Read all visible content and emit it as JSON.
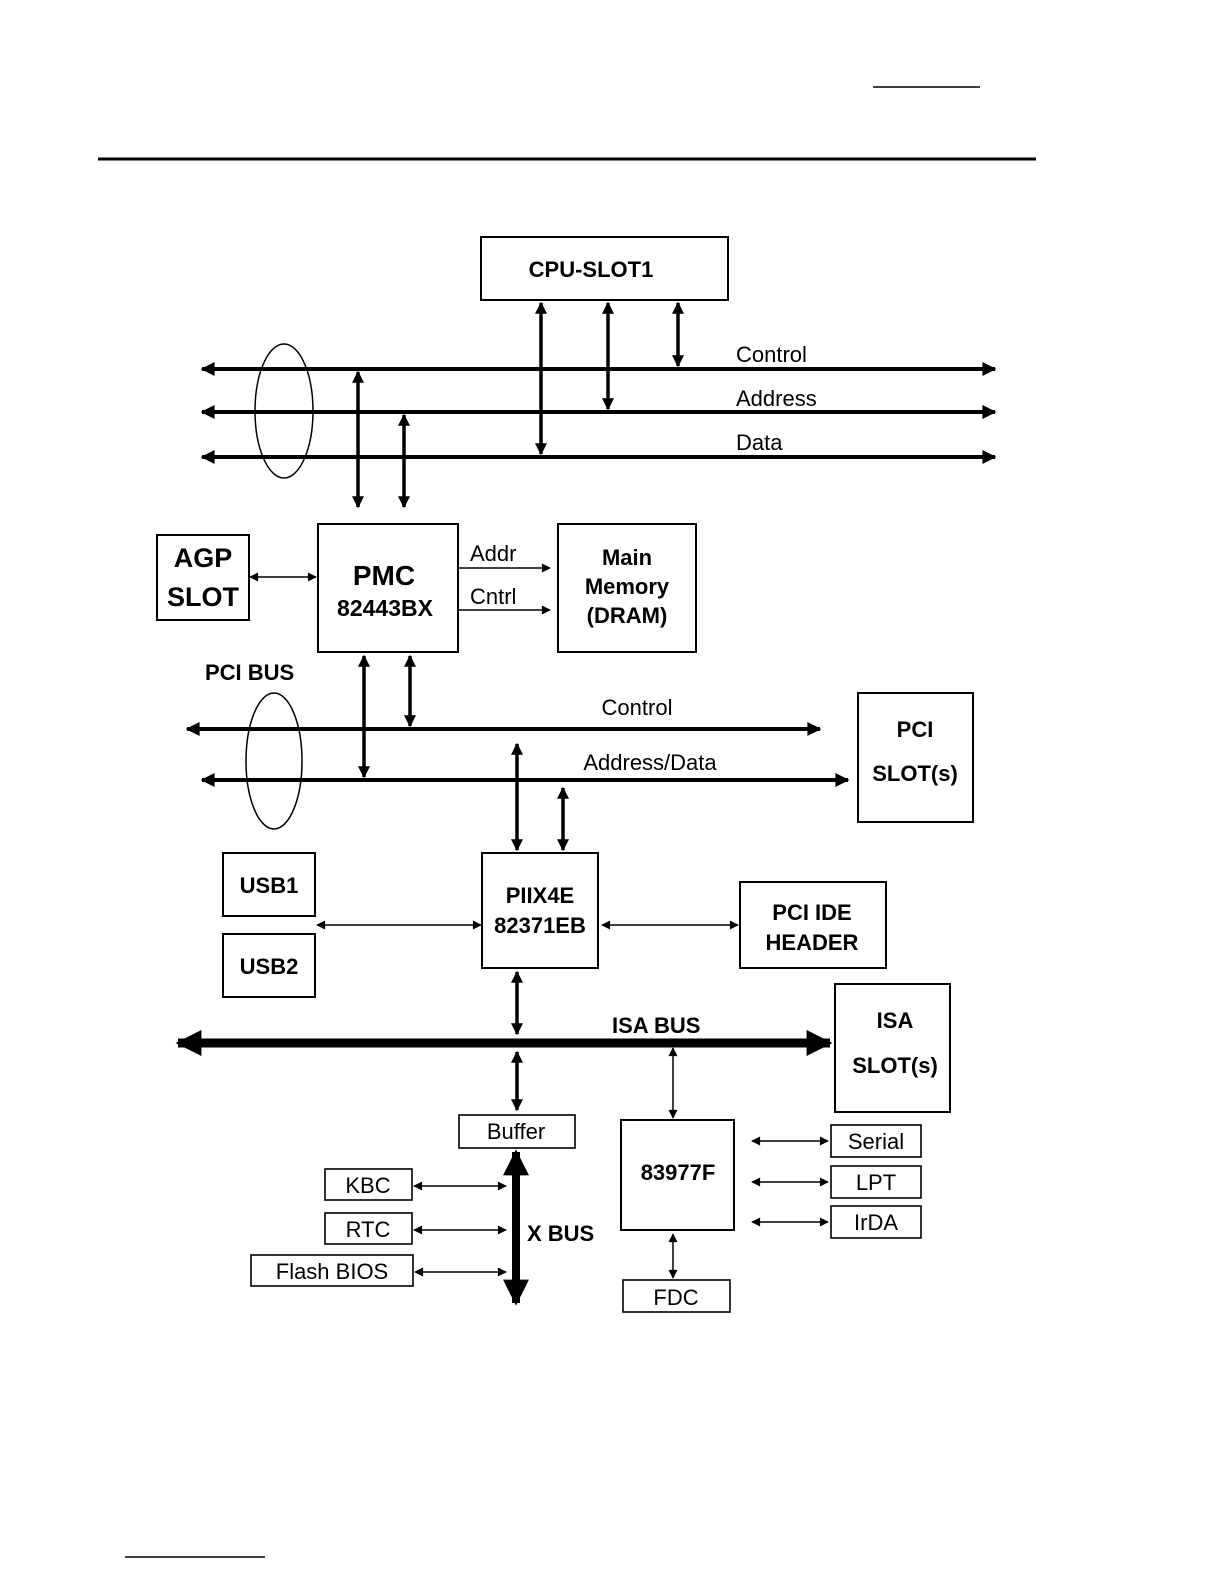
{
  "diagram": {
    "colors": {
      "ink": "#000000",
      "paper": "#ffffff"
    },
    "boxes": {
      "cpu": {
        "lines": [
          "CPU-SLOT1"
        ]
      },
      "agp": {
        "lines": [
          "AGP",
          "SLOT"
        ]
      },
      "pmc": {
        "lines": [
          "PMC",
          "82443BX"
        ]
      },
      "main_memory": {
        "lines": [
          "Main",
          "Memory",
          "(DRAM)"
        ]
      },
      "pci_slots": {
        "lines": [
          "PCI",
          "SLOT(s)"
        ]
      },
      "usb1": {
        "lines": [
          "USB1"
        ]
      },
      "usb2": {
        "lines": [
          "USB2"
        ]
      },
      "piix4e": {
        "lines": [
          "PIIX4E",
          "82371EB"
        ]
      },
      "pci_ide": {
        "lines": [
          "PCI IDE",
          "HEADER"
        ]
      },
      "isa_slots": {
        "lines": [
          "ISA",
          "SLOT(s)"
        ]
      },
      "buffer": {
        "lines": [
          "Buffer"
        ]
      },
      "superio": {
        "lines": [
          "83977F"
        ]
      },
      "serial": {
        "lines": [
          "Serial"
        ]
      },
      "lpt": {
        "lines": [
          "LPT"
        ]
      },
      "irda": {
        "lines": [
          "IrDA"
        ]
      },
      "kbc": {
        "lines": [
          "KBC"
        ]
      },
      "rtc": {
        "lines": [
          "RTC"
        ]
      },
      "flash_bios": {
        "lines": [
          "Flash BIOS"
        ]
      },
      "fdc": {
        "lines": [
          "FDC"
        ]
      }
    },
    "bus_labels": {
      "host_control": "Control",
      "host_address": "Address",
      "host_data": "Data",
      "pmc_addr": "Addr",
      "pmc_cntrl": "Cntrl",
      "pci_bus": "PCI BUS",
      "pci_control": "Control",
      "pci_address_data": "Address/Data",
      "isa_bus": "ISA BUS",
      "x_bus": "X BUS"
    }
  }
}
